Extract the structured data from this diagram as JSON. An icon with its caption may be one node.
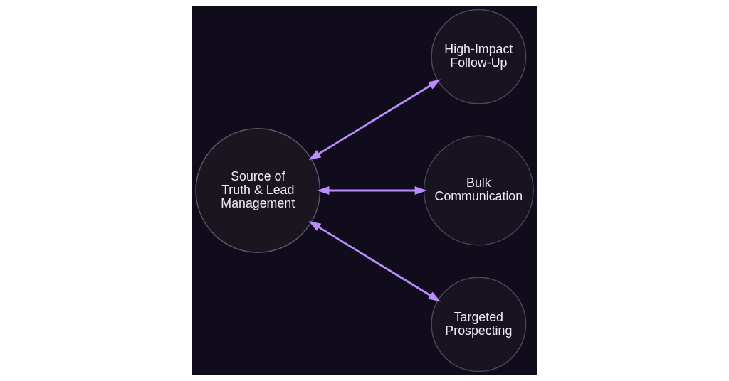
{
  "diagram": {
    "nodes": [
      {
        "text": [
          "Source of Truth & Lead Management"
        ]
      },
      {
        "text": [
          "High-Impact Follow-Up"
        ]
      },
      {
        "text": [
          "Bulk Communication"
        ]
      },
      {
        "text": [
          "Targeted Prospecting"
        ]
      }
    ],
    "edges": [
      {
        "from": 0,
        "to": 1,
        "arrow": "both"
      },
      {
        "from": 0,
        "to": 2,
        "arrow": "both"
      },
      {
        "from": 0,
        "to": 3,
        "arrow": "both"
      }
    ]
  }
}
